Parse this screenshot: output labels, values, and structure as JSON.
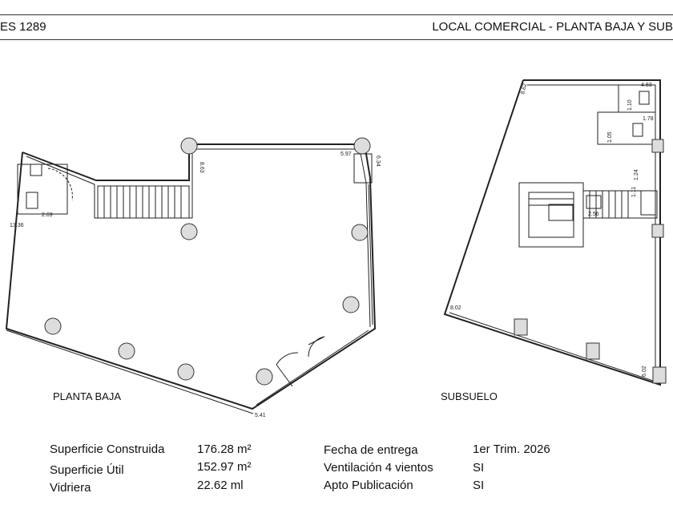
{
  "header": {
    "left_text": "ES 1289",
    "right_text": "LOCAL COMERCIAL - PLANTA BAJA Y SUB"
  },
  "plans": {
    "ground_floor_label": "PLANTA BAJA",
    "basement_label": "SUBSUELO",
    "dimensions": {
      "d_863": "8.63",
      "d_597": "5.97",
      "d_634": "6.34",
      "d_269": "2.69",
      "d_1336": "13.36",
      "d_541": "5.41",
      "d_862": "8.62",
      "d_483": "4.83",
      "d_110": "1.10",
      "d_178": "1.78",
      "d_105": "1.05",
      "d_124": "1.24",
      "d_111": "1.11",
      "d_256": "2.56",
      "d_802": "8.02",
      "d_602": "6.02"
    }
  },
  "specs": {
    "built_area_label": "Superficie Construida",
    "built_area_value": "176.28 m²",
    "usable_area_label": "Superficie Útil",
    "usable_area_value": "152.97 m²",
    "storefront_label": "Vidriera",
    "storefront_value": "22.62 ml",
    "delivery_label": "Fecha de entrega",
    "delivery_value": "1er Trim. 2026",
    "ventilation_label": "Ventilación 4 vientos",
    "ventilation_value": "SI",
    "publication_label": "Apto Publicación",
    "publication_value": "SI"
  }
}
